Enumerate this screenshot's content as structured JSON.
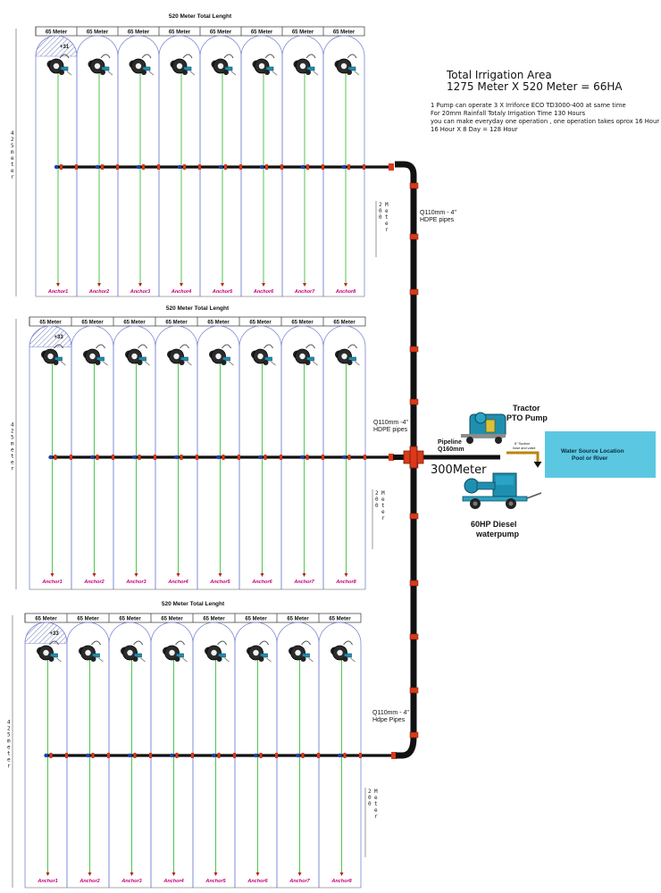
{
  "summary": {
    "title_line1": "Total Irrigation Area",
    "title_line2": "1275 Meter X 520 Meter = 66HA",
    "notes": [
      "1 Pump can operate 3 X Irriforce ECO TD3000-400 at same time",
      "For 20mm Rainfall  Totaly Irrigation Time 130 Hours",
      "you can make everyday one operation , one operation takes oprox 16 Hour",
      "16 Hour X 8 Day = 128 Hour"
    ]
  },
  "fields": [
    {
      "total_label": "520 Meter Total Lenght",
      "segment_label": "65 Meter",
      "arc_label": "+31",
      "side_label": "425 meter",
      "inner_label": "200 Meter",
      "pipe_label": [
        "Q110mm - 4\"",
        "HDPE pipes"
      ],
      "anchors": [
        "Anchor1",
        "Anchor2",
        "Anchor3",
        "Anchor4",
        "Anchor5",
        "Anchor6",
        "Anchor7",
        "Anchor8"
      ]
    },
    {
      "total_label": "520 Meter Total Lenght",
      "segment_label": "65 Meter",
      "arc_label": "+33",
      "side_label": "425 meter",
      "inner_label": "200 Meter",
      "pipe_label": [
        "Q110mm -4\"",
        "HDPE pipes"
      ],
      "anchors": [
        "Anchor1",
        "Anchor2",
        "Anchor3",
        "Anchor4",
        "Anchor5",
        "Anchor6",
        "Anchor7",
        "Anchor8"
      ]
    },
    {
      "total_label": "520 Meter Total Lenght",
      "segment_label": "65 Meter",
      "arc_label": "+33",
      "side_label": "425 meter",
      "inner_label": "200 Meter",
      "pipe_label": [
        "Q110mm - 4\"",
        "Hdpe Pipes"
      ],
      "anchors": [
        "Anchor1",
        "Anchor2",
        "Anchor3",
        "Anchor4",
        "Anchor5",
        "Anchor6",
        "Anchor7",
        "Anchor8"
      ]
    }
  ],
  "pipeline": {
    "label_line1": "Pipeline",
    "label_line2": "Q160mm",
    "length": "300Meter"
  },
  "pump_station": {
    "tractor_line1": "Tractor",
    "tractor_line2": "PTO Pump",
    "diesel_line1": "60HP Diesel",
    "diesel_line2": "waterpump",
    "suction_line1": "8\" Suction",
    "suction_line2": "hose and valve",
    "water_line1": "Water Source Location",
    "water_line2": "Pool or River"
  },
  "colors": {
    "pipe": "#111111",
    "coupling": "#d93a1a",
    "valve": "#1d3fb8",
    "lane": "#7b86d6",
    "spray": "#3fbf3f",
    "anchor_text": "#c0007a",
    "anchor_marker": "#c21a1a",
    "water": "#5bc7e1",
    "hose": "#b8860b",
    "pump_blue": "#1f8fb0"
  }
}
